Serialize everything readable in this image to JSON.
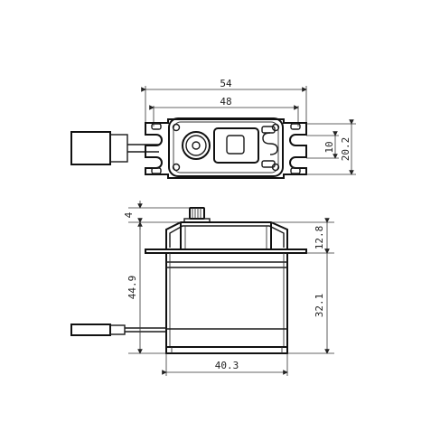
{
  "top_view": {
    "dim_overall_width": "54",
    "dim_hole_spacing": "48",
    "dim_slot_spacing": "10",
    "dim_flange_width": "20.2"
  },
  "side_view": {
    "dim_horn_height": "4",
    "dim_upper_height": "12.8",
    "dim_total_height": "44.9",
    "dim_lower_height": "32.1",
    "dim_body_width": "40.3"
  }
}
